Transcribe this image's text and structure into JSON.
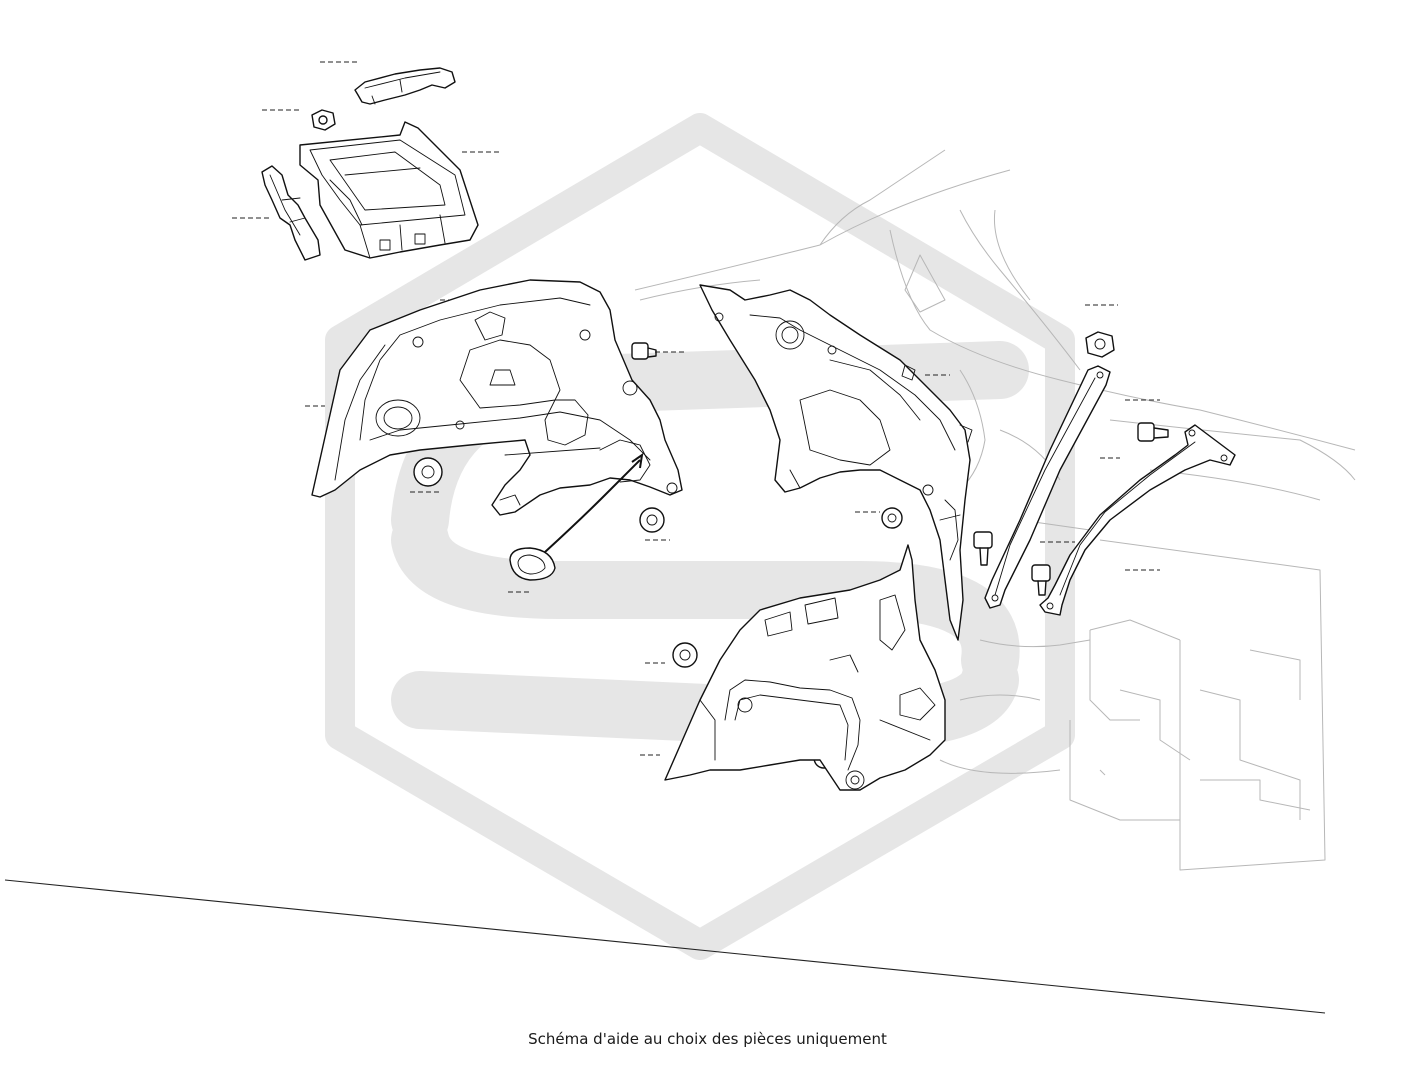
{
  "caption": "Schéma d'aide au choix des pièces uniquement",
  "colors": {
    "line_art": "#111111",
    "vehicle_body": "#b7b7b7",
    "watermark": "#e6e6e6",
    "ground_line": "#222222"
  },
  "parts": [
    "battery-hold-down-clamp",
    "battery-tray-nut",
    "battery-tray",
    "battery-tray-bracket",
    "front-wheel-arch-liner",
    "wheel-arch-liner-grommet",
    "inner-fender-panel",
    "lower-splash-shield",
    "strut-tower-brace",
    "fender-support-rod",
    "flange-bolts",
    "push-clips"
  ]
}
